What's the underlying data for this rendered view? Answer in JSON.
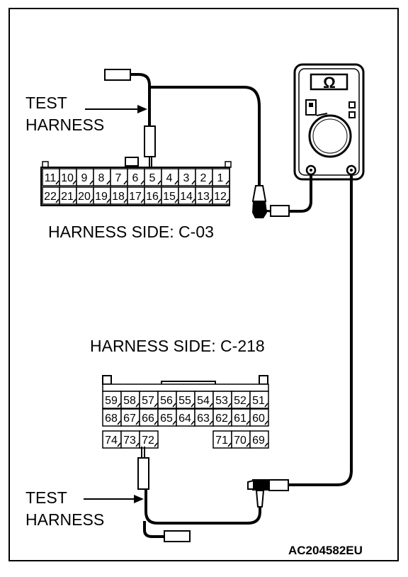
{
  "labels": {
    "test_harness_top_line1": "TEST",
    "test_harness_top_line2": "HARNESS",
    "test_harness_bottom_line1": "TEST",
    "test_harness_bottom_line2": "HARNESS",
    "connector_c03": "HARNESS SIDE: C-03",
    "connector_c218": "HARNESS SIDE: C-218",
    "figure_code": "AC204582EU"
  },
  "meter": {
    "symbol": "Ω",
    "icon": "ohmmeter-icon"
  },
  "c03": {
    "row1": [
      "11",
      "10",
      "9",
      "8",
      "7",
      "6",
      "5",
      "4",
      "3",
      "2",
      "1"
    ],
    "row2": [
      "22",
      "21",
      "20",
      "19",
      "18",
      "17",
      "16",
      "15",
      "14",
      "13",
      "12"
    ],
    "probed_pin": "5"
  },
  "c218": {
    "row1": [
      "59",
      "58",
      "57",
      "56",
      "55",
      "54",
      "53",
      "52",
      "51"
    ],
    "row2": [
      "68",
      "67",
      "66",
      "65",
      "64",
      "63",
      "62",
      "61",
      "60"
    ],
    "row3_left": [
      "74",
      "73",
      "72"
    ],
    "row3_right": [
      "71",
      "70",
      "69"
    ],
    "probed_pin": "72"
  },
  "colors": {
    "line": "#000000",
    "background": "#ffffff"
  }
}
